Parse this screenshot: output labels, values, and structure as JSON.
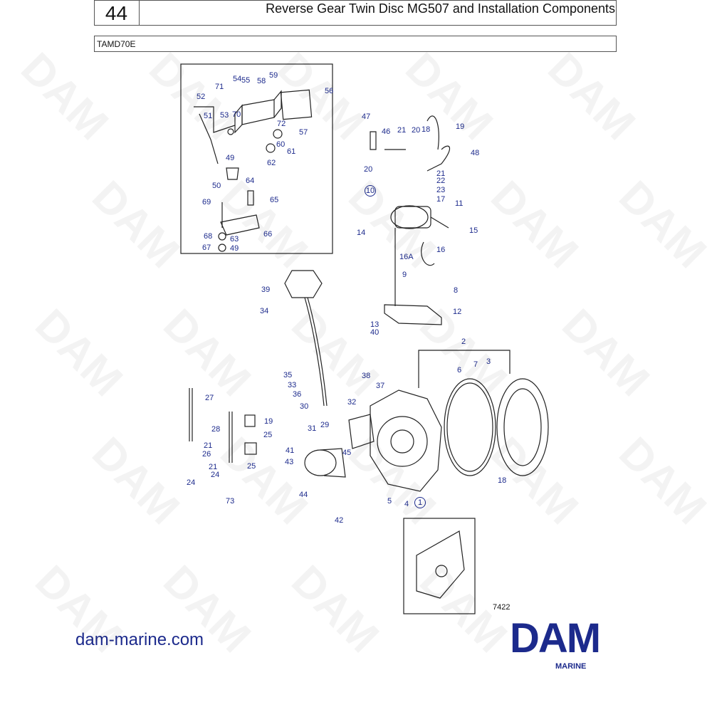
{
  "header": {
    "page_number": "44",
    "title": "Reverse Gear Twin Disc MG507 and Installation Components",
    "model": "TAMD70E"
  },
  "footer": {
    "url": "dam-marine.com",
    "logo_text": "DAM",
    "logo_subtext": "MARINE",
    "figure_number": "7422"
  },
  "watermark_text": "DAM",
  "colors": {
    "callout": "#1c2a8c",
    "drawing": "#222222",
    "brand": "#1c2a8c"
  },
  "callouts": [
    "54",
    "55",
    "58",
    "59",
    "71",
    "52",
    "56",
    "51",
    "53",
    "70",
    "72",
    "57",
    "60",
    "61",
    "49",
    "62",
    "50",
    "64",
    "69",
    "65",
    "68",
    "63",
    "66",
    "67",
    "49",
    "47",
    "46",
    "21",
    "20",
    "18",
    "19",
    "48",
    "20",
    "21",
    "22",
    "23",
    "17",
    "10",
    "11",
    "14",
    "15",
    "16",
    "16A",
    "9",
    "8",
    "12",
    "13",
    "40",
    "39",
    "34",
    "35",
    "33",
    "36",
    "38",
    "37",
    "32",
    "30",
    "31",
    "29",
    "45",
    "41",
    "43",
    "44",
    "42",
    "5",
    "4",
    "1",
    "2",
    "6",
    "7",
    "3",
    "18",
    "27",
    "19",
    "28",
    "25",
    "21",
    "26",
    "25",
    "21",
    "24",
    "24",
    "73"
  ]
}
